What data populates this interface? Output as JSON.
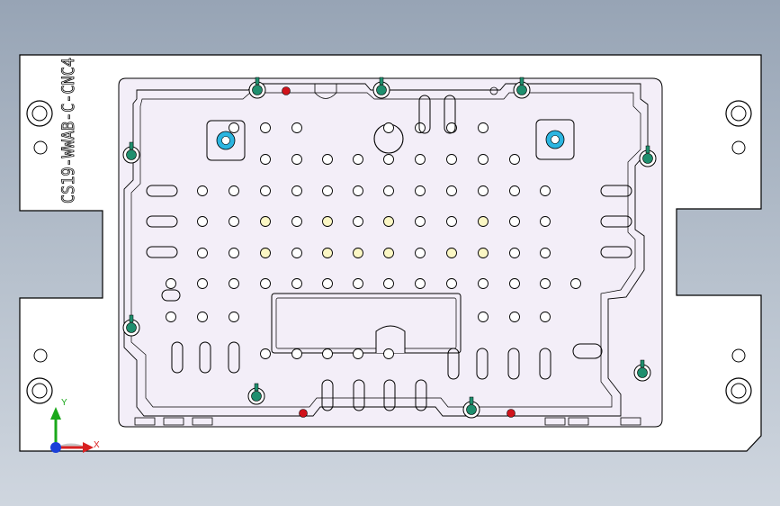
{
  "part": {
    "engraved_text": "CS19-WWAB-C-CNC4"
  },
  "triad": {
    "y_label": "Y",
    "x_label": "X"
  },
  "colors": {
    "background_top": "#97a4b5",
    "background_bottom": "#cfd6df",
    "base_plate": "#ffffff",
    "pocket_fill": "#f3eef8",
    "edge_line": "#000000",
    "locating_pin": "#1f8f6e",
    "coolant_port": "#2bb5e0",
    "marker_dot": "#d0121b",
    "highlighted_hole": "#fbf7c4",
    "axis_y": "#1aa81a",
    "axis_x": "#d82020",
    "axis_z": "#1a3fd8"
  },
  "icons": {
    "locating_pin": "locating-pin-icon",
    "coolant_port": "coolant-port-icon",
    "marker_dot": "marker-dot-icon",
    "triad": "coordinate-triad-icon"
  }
}
